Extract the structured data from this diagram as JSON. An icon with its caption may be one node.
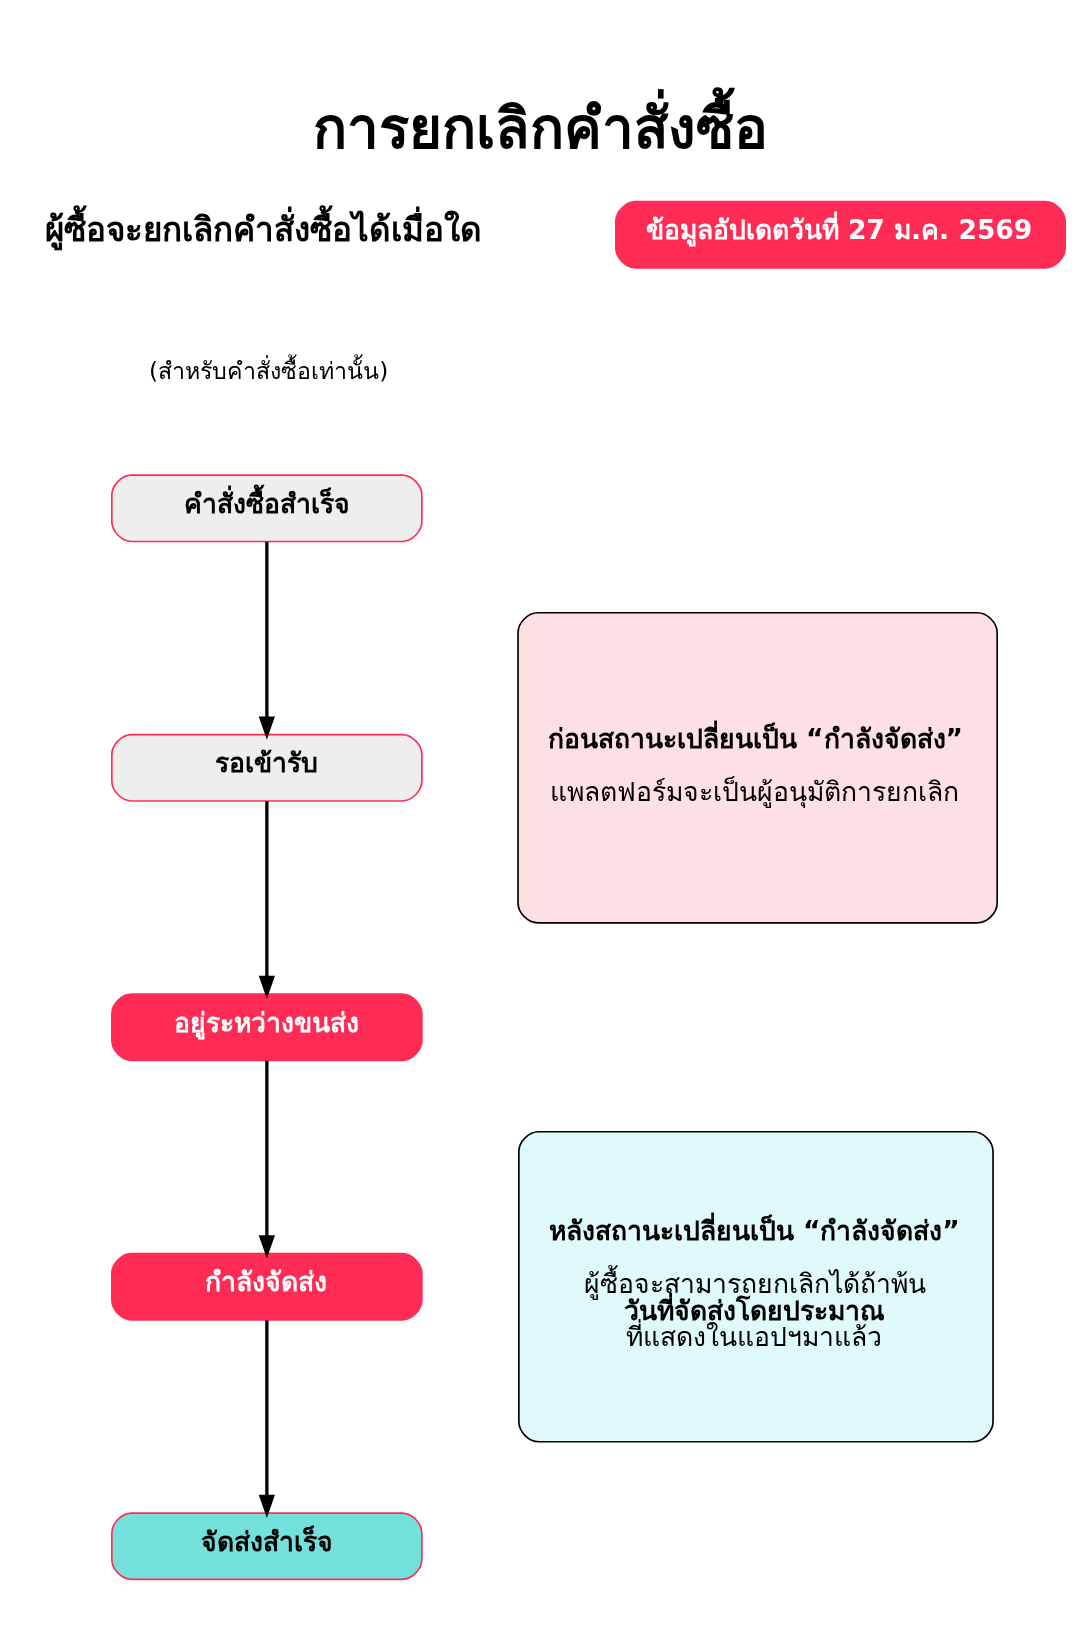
{
  "diagram": {
    "title": "การยกเลิกคำสั่งซื้อ",
    "nodes": [
      {
        "text": [
          "คำสั่งซื้อสำเร็จ"
        ]
      },
      {
        "text": [
          "รอเข้ารับ"
        ]
      },
      {
        "text": [
          "อยู่ระหว่างขนส่ง"
        ]
      },
      {
        "text": [
          "กำลังจัดส่ง"
        ]
      },
      {
        "text": [
          "จัดส่งสำเร็จ"
        ]
      },
      {
        "text": [
          "ก่อนสถานะเปลี่ยนเป็น “กำลังจัดส่ง”",
          "แพลตฟอร์มจะเป็นผู้อนุมัติการยกเลิก"
        ]
      },
      {
        "text": [
          "หลังสถานะเปลี่ยนเป็น “กำลังจัดส่ง”",
          "ผู้ซื้อจะสามารถยกเลิกได้ถ้าพ้น**วันที่จัดส่งโดยประมาณ**ที่แสดงในแอปฯมาแล้ว"
        ]
      },
      {
        "text": [
          "ข้อมูลอัปเดตวันที่ 27 ม.ค. 2569"
        ]
      }
    ],
    "edges": [
      {
        "from": 0,
        "to": 1,
        "arrow": "to"
      },
      {
        "from": 1,
        "to": 2,
        "arrow": "to"
      },
      {
        "from": 2,
        "to": 3,
        "arrow": "to"
      },
      {
        "from": 3,
        "to": 4,
        "arrow": "to"
      }
    ],
    "labels": [
      "ผู้ซื้อจะยกเลิกคำสั่งซื้อได้เมื่อใด",
      "(สำหรับคำสั่งซื้อเท่านั้น)"
    ]
  }
}
